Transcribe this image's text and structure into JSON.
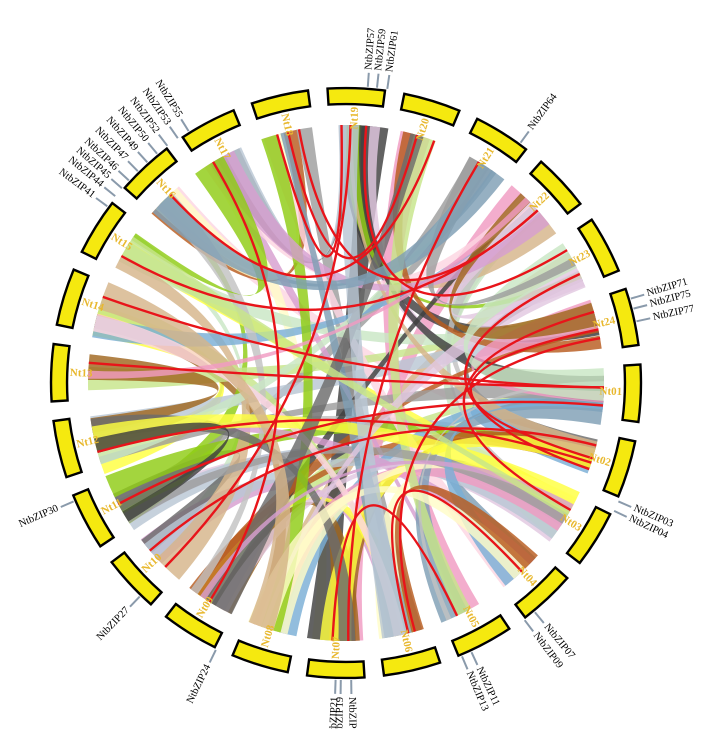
{
  "chromosomes": [
    "Nt01",
    "Nt02",
    "Nt03",
    "Nt04",
    "Nt05",
    "Nt06",
    "Nt07",
    "Nt08",
    "Nt09",
    "Nt10",
    "Nt11",
    "Nt12",
    "Nt13",
    "Nt14",
    "Nt15",
    "Nt16",
    "Nt17",
    "Nt18",
    "Nt19",
    "Nt20",
    "Nt21",
    "Nt22",
    "Nt23",
    "Nt24"
  ],
  "gene_labels": [
    "NtbZIP03",
    "NtbZIP04",
    "NtbZIP07",
    "NtbZIP09",
    "NtbZIP11",
    "NtbZIP13",
    "NtbZIP18",
    "NtbZIP19",
    "NtbZIP21",
    "NtbZIP24",
    "NtbZIP27",
    "NtbZIP30",
    "NtbZIP41",
    "NtbZIP44",
    "NtbZIP45",
    "NtbZIP46",
    "NtbZIP47",
    "NtbZIP49",
    "NtbZIP50",
    "NtbZIP52",
    "NtbZIP53",
    "NtbZIP55",
    "NtbZIP57",
    "NtbZIP59",
    "NtbZIP61",
    "NtbZIP64",
    "NtbZIP71",
    "NtbZIP75",
    "NtbZIP77"
  ],
  "colors": {
    "chromosome_fill": "#f5e90f",
    "chromosome_stroke": "#000000",
    "chromosome_label": "#e8b82e",
    "gene_label": "#000000",
    "gene_tick": "#8a9aab",
    "segmental_dup": "#e8141a"
  },
  "bundle_palette": [
    "#7aaed6",
    "#c2c2c2",
    "#fcd5e2",
    "#ffff40",
    "#e2c8e0",
    "#fffdc8",
    "#a0661e",
    "#6b6b6b",
    "#c9e6c4",
    "#b9c7d4",
    "#d6b48a",
    "#8fcc14",
    "#3f3f3f",
    "#b85c1e",
    "#d79fcf",
    "#c7e58a",
    "#9e9e9e",
    "#f09bc2",
    "#7f9fb5"
  ]
}
